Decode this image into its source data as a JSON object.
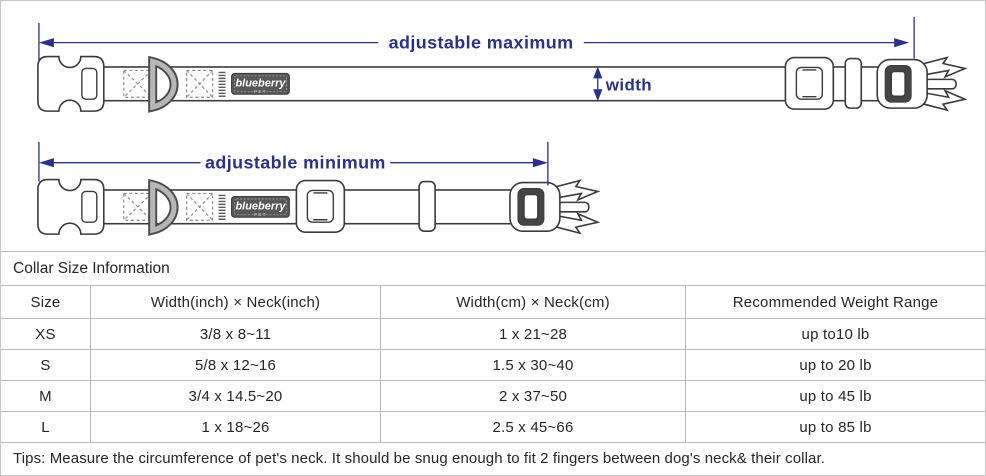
{
  "diagram": {
    "labels": {
      "max": "adjustable maximum",
      "min": "adjustable minimum",
      "width": "width"
    },
    "brand": {
      "name": "blueberry",
      "sub": "PET"
    },
    "colors": {
      "dimension_accent": "#2c3188",
      "outline": "#3b3b3b",
      "label_patch": "#575757",
      "table_border": "#b9b9b9"
    }
  },
  "table": {
    "section_title": "Collar Size Information",
    "headers": [
      "Size",
      "Width(inch)  ×  Neck(inch)",
      "Width(cm)  ×  Neck(cm)",
      "Recommended Weight Range"
    ],
    "rows": [
      {
        "size": "XS",
        "inch": "3/8 x 8~11",
        "cm": "1 x 21~28",
        "weight": "up to10 lb"
      },
      {
        "size": "S",
        "inch": "5/8 x 12~16",
        "cm": "1.5 x 30~40",
        "weight": "up to 20 lb"
      },
      {
        "size": "M",
        "inch": "3/4 x 14.5~20",
        "cm": "2 x 37~50",
        "weight": "up to 45 lb"
      },
      {
        "size": "L",
        "inch": "1 x 18~26",
        "cm": "2.5 x 45~66",
        "weight": "up to 85 lb"
      }
    ],
    "tips": "Tips: Measure the circumference of pet's neck. It should be snug enough to fit 2 fingers between dog's neck& their collar."
  }
}
